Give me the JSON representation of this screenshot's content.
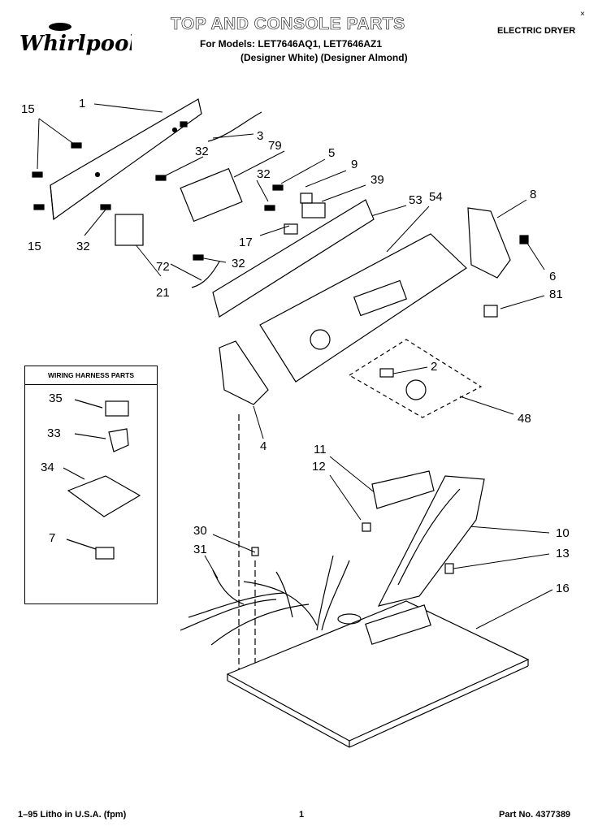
{
  "header": {
    "brand": "Whirlpool",
    "title": "TOP AND CONSOLE PARTS",
    "models": "For Models: LET7646AQ1, LET7646AZ1",
    "variants": "(Designer White)   (Designer Almond)",
    "product_type": "ELECTRIC DRYER"
  },
  "wiring_box": {
    "title": "WIRING HARNESS PARTS"
  },
  "callouts": [
    "15",
    "1",
    "3",
    "32",
    "79",
    "5",
    "9",
    "39",
    "53",
    "54",
    "8",
    "32",
    "15",
    "32",
    "17",
    "32",
    "72",
    "21",
    "6",
    "81",
    "2",
    "48",
    "4",
    "11",
    "12",
    "10",
    "13",
    "16",
    "30",
    "31",
    "35",
    "33",
    "34",
    "7"
  ],
  "footer": {
    "litho": "1–95 Litho in U.S.A. (fpm)",
    "page": "1",
    "part_no": "Part No. 4377389"
  }
}
